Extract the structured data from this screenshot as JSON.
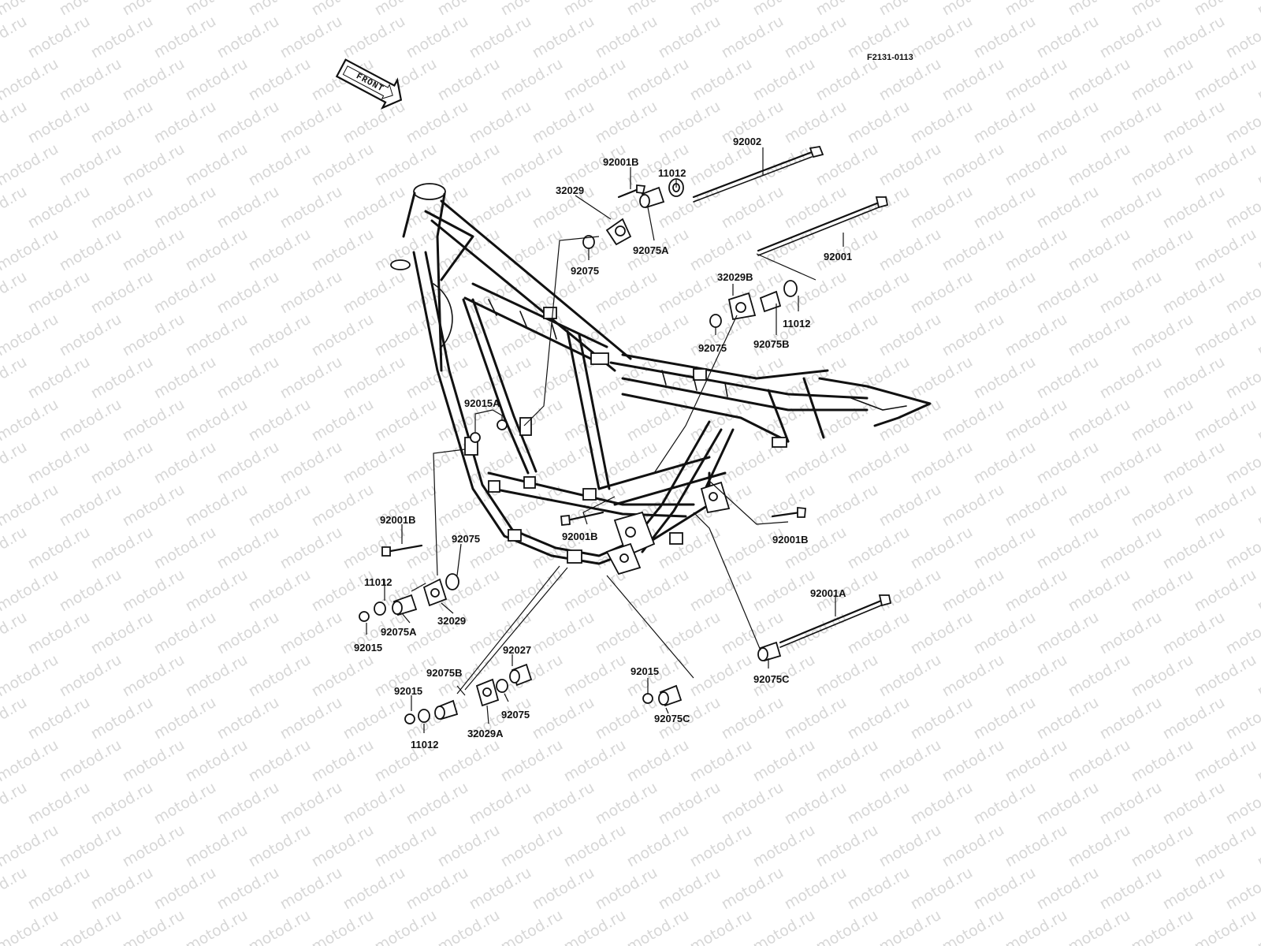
{
  "diagram": {
    "code": "F2131-0113",
    "front_label": "FRONT",
    "watermark_text": "motod.ru",
    "colors": {
      "ink": "#111111",
      "watermark": "#d7d7d7",
      "background": "#ffffff"
    },
    "labels": {
      "l_92002": "92002",
      "l_92001B_top": "92001B",
      "l_11012_top": "11012",
      "l_32029_top": "32029",
      "l_92075_top": "92075",
      "l_92075A_top": "92075A",
      "l_92001": "92001",
      "l_32029B": "32029B",
      "l_92075_mid": "92075",
      "l_92075B_mid": "92075B",
      "l_11012_mid": "11012",
      "l_92015A": "92015A",
      "l_92001B_left": "92001B",
      "l_92075_left": "92075",
      "l_11012_left": "11012",
      "l_92075A_left": "92075A",
      "l_32029_left": "32029",
      "l_92015_left": "92015",
      "l_92001B_center": "92001B",
      "l_92001B_right": "92001B",
      "l_92001A": "92001A",
      "l_92075C_right": "92075C",
      "l_92027": "92027",
      "l_92075B_bot": "92075B",
      "l_92015_bot": "92015",
      "l_92075_bot": "92075",
      "l_32029A": "32029A",
      "l_11012_bot": "11012",
      "l_92015_botc": "92015",
      "l_92075C_bot": "92075C"
    }
  }
}
